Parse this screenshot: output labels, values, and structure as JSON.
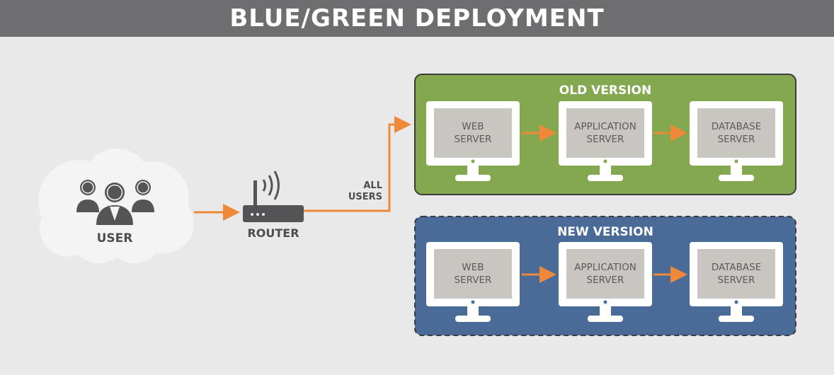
{
  "title": "BLUE/GREEN DEPLOYMENT",
  "colors": {
    "title_bar": "#6e6e70",
    "background": "#e9e9e9",
    "old_panel": "#84a84f",
    "new_panel": "#4a6a98",
    "arrow": "#f0883a",
    "icon_dark": "#545456",
    "screen": "#c9c6c2"
  },
  "user": {
    "label": "USER"
  },
  "router": {
    "label": "ROUTER"
  },
  "link": {
    "label_line1": "ALL",
    "label_line2": "USERS"
  },
  "old_version": {
    "label": "OLD VERSION",
    "servers": [
      {
        "line1": "WEB",
        "line2": "SERVER"
      },
      {
        "line1": "APPLICATION",
        "line2": "SERVER"
      },
      {
        "line1": "DATABASE",
        "line2": "SERVER"
      }
    ]
  },
  "new_version": {
    "label": "NEW VERSION",
    "servers": [
      {
        "line1": "WEB",
        "line2": "SERVER"
      },
      {
        "line1": "APPLICATION",
        "line2": "SERVER"
      },
      {
        "line1": "DATABASE",
        "line2": "SERVER"
      }
    ]
  }
}
